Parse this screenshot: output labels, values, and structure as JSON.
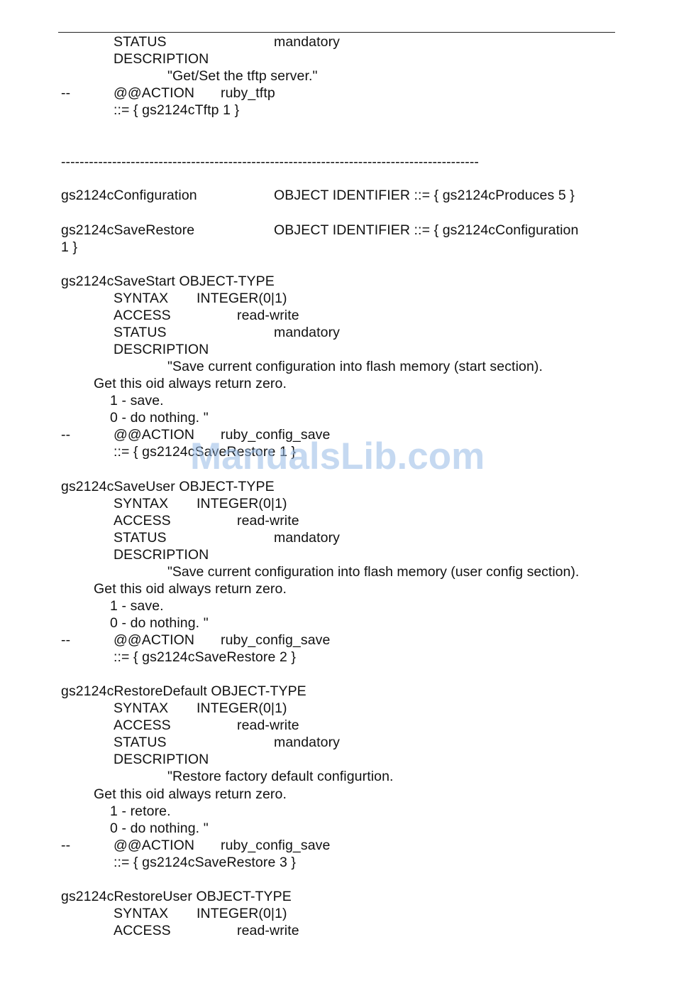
{
  "blocks": {
    "b1": {
      "status_key": "STATUS",
      "status_val": "mandatory",
      "desc_key": "DESCRIPTION",
      "desc_text": "\"Get/Set the tftp server.\"",
      "action_prefix": "--",
      "action_key": "@@ACTION",
      "action_val": "ruby_tftp",
      "assign": "::= { gs2124cTftp 1 }"
    },
    "separator": "------------------------------------------------------------------------------------------",
    "oid1": {
      "name": "gs2124cConfiguration",
      "value": "OBJECT IDENTIFIER ::= { gs2124cProduces 5 }"
    },
    "oid2": {
      "name": "gs2124cSaveRestore",
      "value": "OBJECT IDENTIFIER ::= { gs2124cConfiguration",
      "wrap": "1 }"
    },
    "b2": {
      "header": "gs2124cSaveStart OBJECT-TYPE",
      "syntax_key": "SYNTAX",
      "syntax_val": "INTEGER(0|1)",
      "access_key": "ACCESS",
      "access_val": "read-write",
      "status_key": "STATUS",
      "status_val": "mandatory",
      "desc_key": "DESCRIPTION",
      "desc_text": "\"Save current configuration into flash memory (start section).",
      "desc_line2": "Get this oid always return zero.",
      "desc_line3": "1 - save.",
      "desc_line4": "0 - do nothing. \"",
      "action_prefix": "--",
      "action_key": "@@ACTION",
      "action_val": "ruby_config_save",
      "assign": "::= { gs2124cSaveRestore 1 }"
    },
    "b3": {
      "header": "gs2124cSaveUser OBJECT-TYPE",
      "syntax_key": "SYNTAX",
      "syntax_val": "INTEGER(0|1)",
      "access_key": "ACCESS",
      "access_val": "read-write",
      "status_key": "STATUS",
      "status_val": "mandatory",
      "desc_key": "DESCRIPTION",
      "desc_text": "\"Save current configuration into flash memory (user config section).",
      "desc_line2": "Get this oid always return zero.",
      "desc_line3": "1 - save.",
      "desc_line4": "0 - do nothing. \"",
      "action_prefix": "--",
      "action_key": "@@ACTION",
      "action_val": "ruby_config_save",
      "assign": "::= { gs2124cSaveRestore 2 }"
    },
    "b4": {
      "header": "gs2124cRestoreDefault OBJECT-TYPE",
      "syntax_key": "SYNTAX",
      "syntax_val": "INTEGER(0|1)",
      "access_key": "ACCESS",
      "access_val": "read-write",
      "status_key": "STATUS",
      "status_val": "mandatory",
      "desc_key": "DESCRIPTION",
      "desc_text": "\"Restore factory default configurtion.",
      "desc_line2": "Get this oid always return zero.",
      "desc_line3": "1 - retore.",
      "desc_line4": "0 - do nothing. \"",
      "action_prefix": "--",
      "action_key": "@@ACTION",
      "action_val": "ruby_config_save",
      "assign": "::= { gs2124cSaveRestore 3 }"
    },
    "b5": {
      "header": "gs2124cRestoreUser OBJECT-TYPE",
      "syntax_key": "SYNTAX",
      "syntax_val": "INTEGER(0|1)",
      "access_key": "ACCESS",
      "access_val": "read-write"
    }
  },
  "watermark": "ManualsLib.com"
}
